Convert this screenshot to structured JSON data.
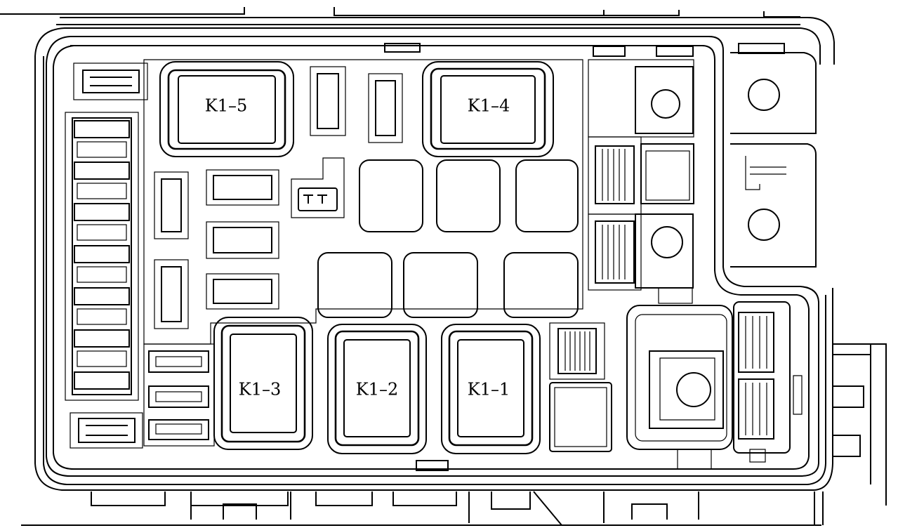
{
  "relays": {
    "k1_5": "K1–5",
    "k1_4": "K1–4",
    "k1_3": "K1–3",
    "k1_2": "K1–2",
    "k1_1": "K1–1"
  },
  "colors": {
    "line": "#000000",
    "background": "#ffffff"
  }
}
